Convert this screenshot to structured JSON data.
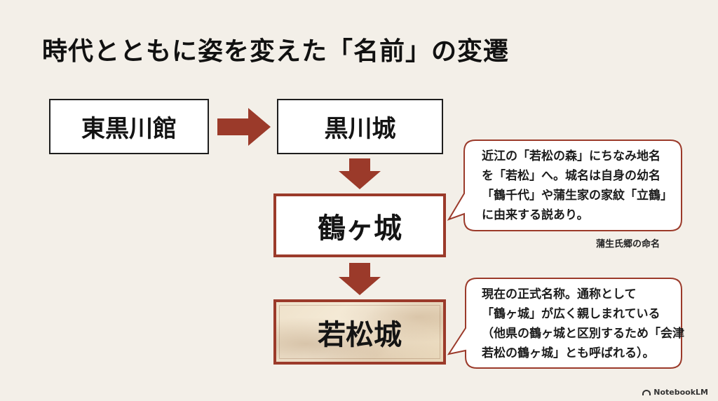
{
  "title": "時代とともに姿を変えた「名前」の変遷",
  "nodes": {
    "higashi": "東黒川館",
    "kurokawa": "黒川城",
    "tsuruga": "鶴ヶ城",
    "wakamatsu": "若松城"
  },
  "callout_tsuruga": {
    "lines": [
      "近江の「若松の森」にちなみ地名",
      "を「若松」へ。城名は自身の幼名",
      "「鶴千代」や蒲生家の家紋「立鶴」",
      "に由来する説あり。"
    ],
    "caption": "蒲生氏郷の命名"
  },
  "callout_wakamatsu": {
    "lines": [
      "現在の正式名称。通称として",
      "「鶴ヶ城」が広く親しまれている",
      "（他県の鶴ヶ城と区別するため「会津",
      "若松の鶴ヶ城」とも呼ばれる）。"
    ]
  },
  "colors": {
    "accent": "#9b3a2a",
    "background": "#f3efe8"
  },
  "logo": "NotebookLM"
}
